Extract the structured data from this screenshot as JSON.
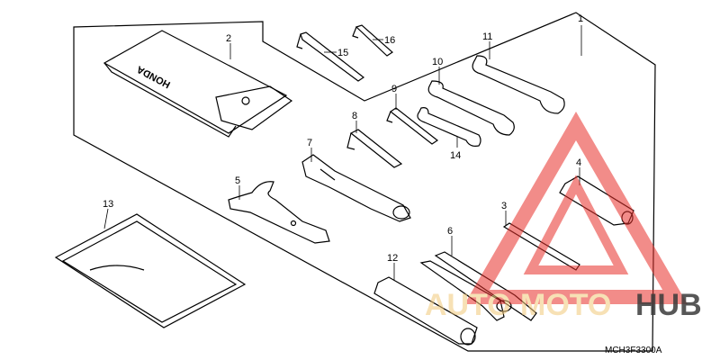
{
  "diagram": {
    "drawing_code": "MCH3F3300A",
    "callouts": [
      {
        "id": "c1",
        "label": "1"
      },
      {
        "id": "c2",
        "label": "2"
      },
      {
        "id": "c3",
        "label": "3"
      },
      {
        "id": "c4",
        "label": "4"
      },
      {
        "id": "c5",
        "label": "5"
      },
      {
        "id": "c6",
        "label": "6"
      },
      {
        "id": "c7",
        "label": "7"
      },
      {
        "id": "c8",
        "label": "8"
      },
      {
        "id": "c9",
        "label": "9"
      },
      {
        "id": "c10",
        "label": "10"
      },
      {
        "id": "c11",
        "label": "11"
      },
      {
        "id": "c12",
        "label": "12"
      },
      {
        "id": "c13",
        "label": "13"
      },
      {
        "id": "c14",
        "label": "14"
      },
      {
        "id": "c15",
        "label": "15"
      },
      {
        "id": "c16",
        "label": "16"
      }
    ],
    "tool_bag_imprint": "HONDA"
  },
  "watermark": {
    "part1": "AUTO",
    "part2": "MOTO",
    "part3": "HUB",
    "colors": {
      "triangle": "#e8302a",
      "auto": "#f2c97a",
      "moto": "#f2c97a",
      "hub": "#3a3a3a"
    }
  }
}
